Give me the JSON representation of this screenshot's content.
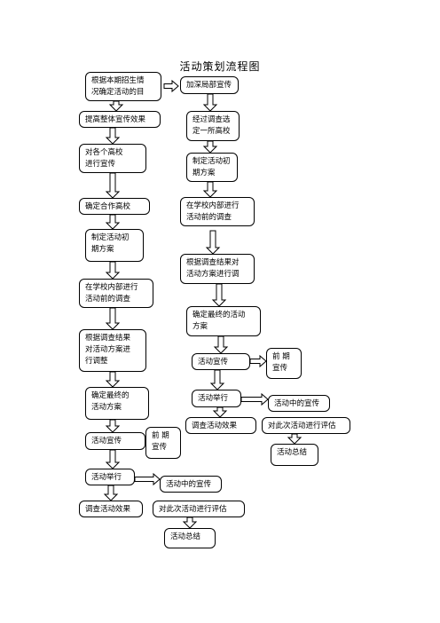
{
  "title": "活动策划流程图",
  "boxes": {
    "b1": "根据本期招生情\n况确定活动的目",
    "b2": "加深局部宣传",
    "b3": "提高整体宣传效果",
    "b4": "经过调查选\n定一所高校",
    "b5": "对各个高校\n进行宣传",
    "b6": "制定活动初\n期方案",
    "b7": "确定合作高校",
    "b8": "在学校内部进行\n活动前的调查",
    "b9": "制定活动初\n期方案",
    "b10": "根据调查结果对\n活动方案进行调",
    "b11": "在学校内部进行\n活动前的调查",
    "b12": "确定最终的活动\n方案",
    "b13": "根据调查结果\n对活动方案进\n行调整",
    "b14": "活动宣传",
    "b15": "前 期\n宣传",
    "b16": "活动举行",
    "b17": "活动中的宣传",
    "b18": "确定最终的\n活动方案",
    "b19": "调查活动效果",
    "b20": "对此次活动进行评估",
    "b21": "活动总结",
    "b22": "活动宣传",
    "b23": "前 期\n宣传",
    "b24": "活动举行",
    "b25": "活动中的宣传",
    "b26": "调查活动效果",
    "b27": "对此次活动进行评估",
    "b28": "活动总结"
  }
}
